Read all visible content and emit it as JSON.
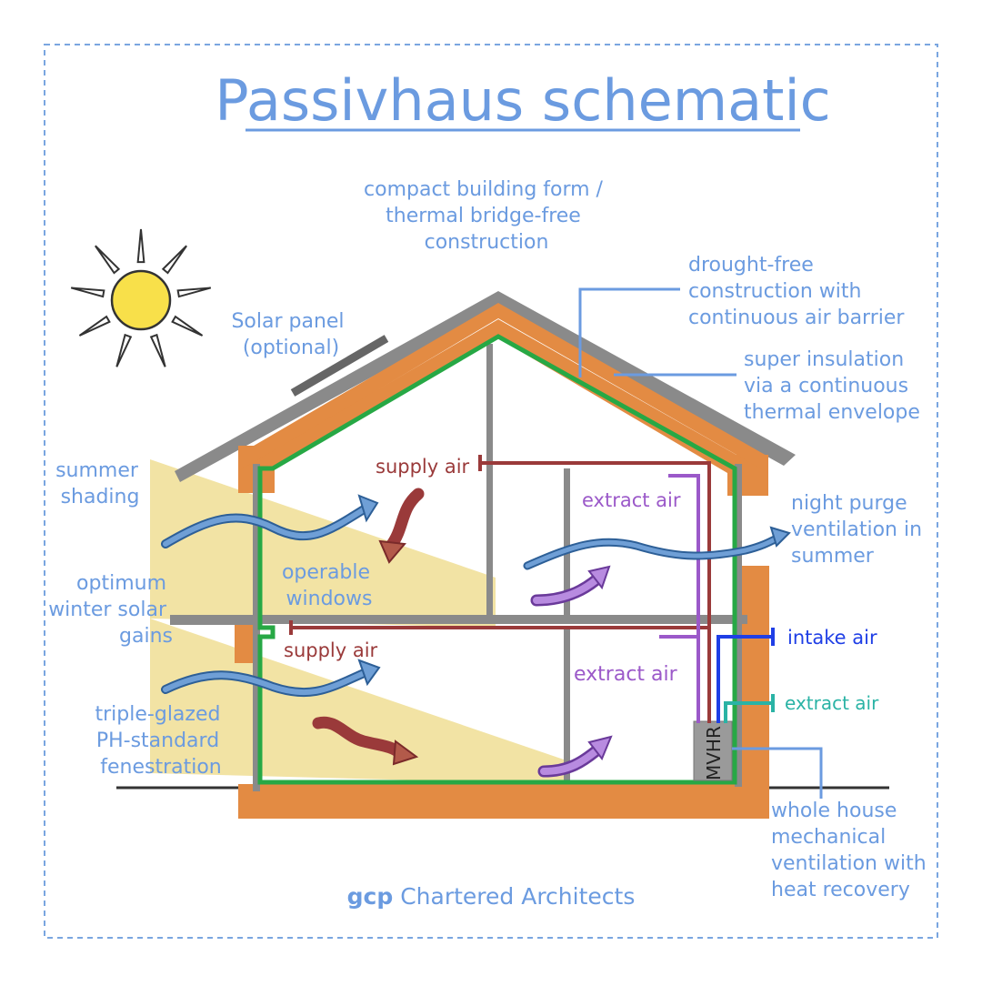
{
  "title": "Passivhaus schematic",
  "footer": {
    "brand": "gcp",
    "name": "Chartered Architects"
  },
  "labels": {
    "compact": [
      "compact building form /",
      "thermal bridge-free",
      "construction"
    ],
    "solar_panel": [
      "Solar panel",
      "(optional)"
    ],
    "drought": [
      "drought-free",
      "construction with",
      "continuous air barrier"
    ],
    "insulation": [
      "super insulation",
      "via a continuous",
      "thermal envelope"
    ],
    "summer_shading": [
      "summer",
      "shading"
    ],
    "winter_gains": [
      "optimum",
      "winter solar",
      "gains"
    ],
    "glazing": [
      "triple-glazed",
      "PH-standard",
      "fenestration"
    ],
    "operable": [
      "operable",
      "windows"
    ],
    "night_purge": [
      "night purge",
      "ventilation in",
      "summer"
    ],
    "whole_house": [
      "whole house",
      "mechanical",
      "ventilation with",
      "heat recovery"
    ],
    "supply_upper": "supply air",
    "supply_lower": "supply air",
    "extract_upper": "extract air",
    "extract_lower": "extract air",
    "intake_air": "intake air",
    "extract_out": "extract air",
    "mvhr": "MVHR"
  },
  "colors": {
    "label_blue": "#6b9be0",
    "insulation_orange": "#e38b43",
    "air_barrier_green": "#27a845",
    "structure_gray": "#8a8a8a",
    "supply_red": "#9a3a3a",
    "extract_purple": "#9b59c9",
    "intake_blue": "#1f3fe6",
    "extract_teal": "#2ab3a5",
    "sunlight_yellow": "#f1e09a",
    "sun_yellow": "#f8e04a"
  }
}
